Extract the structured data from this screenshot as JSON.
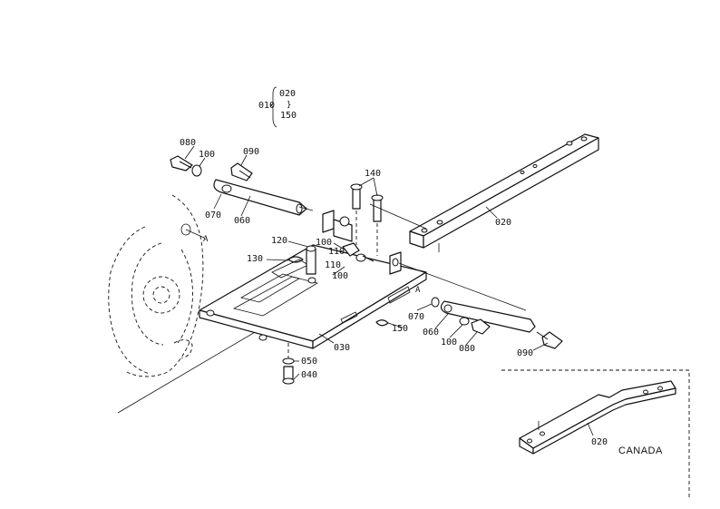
{
  "legend": {
    "prefix": "010",
    "range_top": "020",
    "range_mid": "}",
    "range_bottom": "150"
  },
  "labels": {
    "p080_top": "080",
    "p100_top": "100",
    "p090_top": "090",
    "p070_left": "070",
    "p060_left": "060",
    "p140": "140",
    "p020_main": "020",
    "marker_a_left": "A",
    "p120": "120",
    "p130": "130",
    "p100_mid": "100",
    "p110_a": "110",
    "p110_b": "110",
    "p100_mid2": "100",
    "marker_a_right": "A",
    "p070_right": "070",
    "p060_right": "060",
    "p150": "150",
    "p100_right": "100",
    "p080_right": "080",
    "p090_right": "090",
    "p030": "030",
    "p050": "050",
    "p040": "040",
    "p020_canada": "020",
    "canada": "CANADA"
  }
}
